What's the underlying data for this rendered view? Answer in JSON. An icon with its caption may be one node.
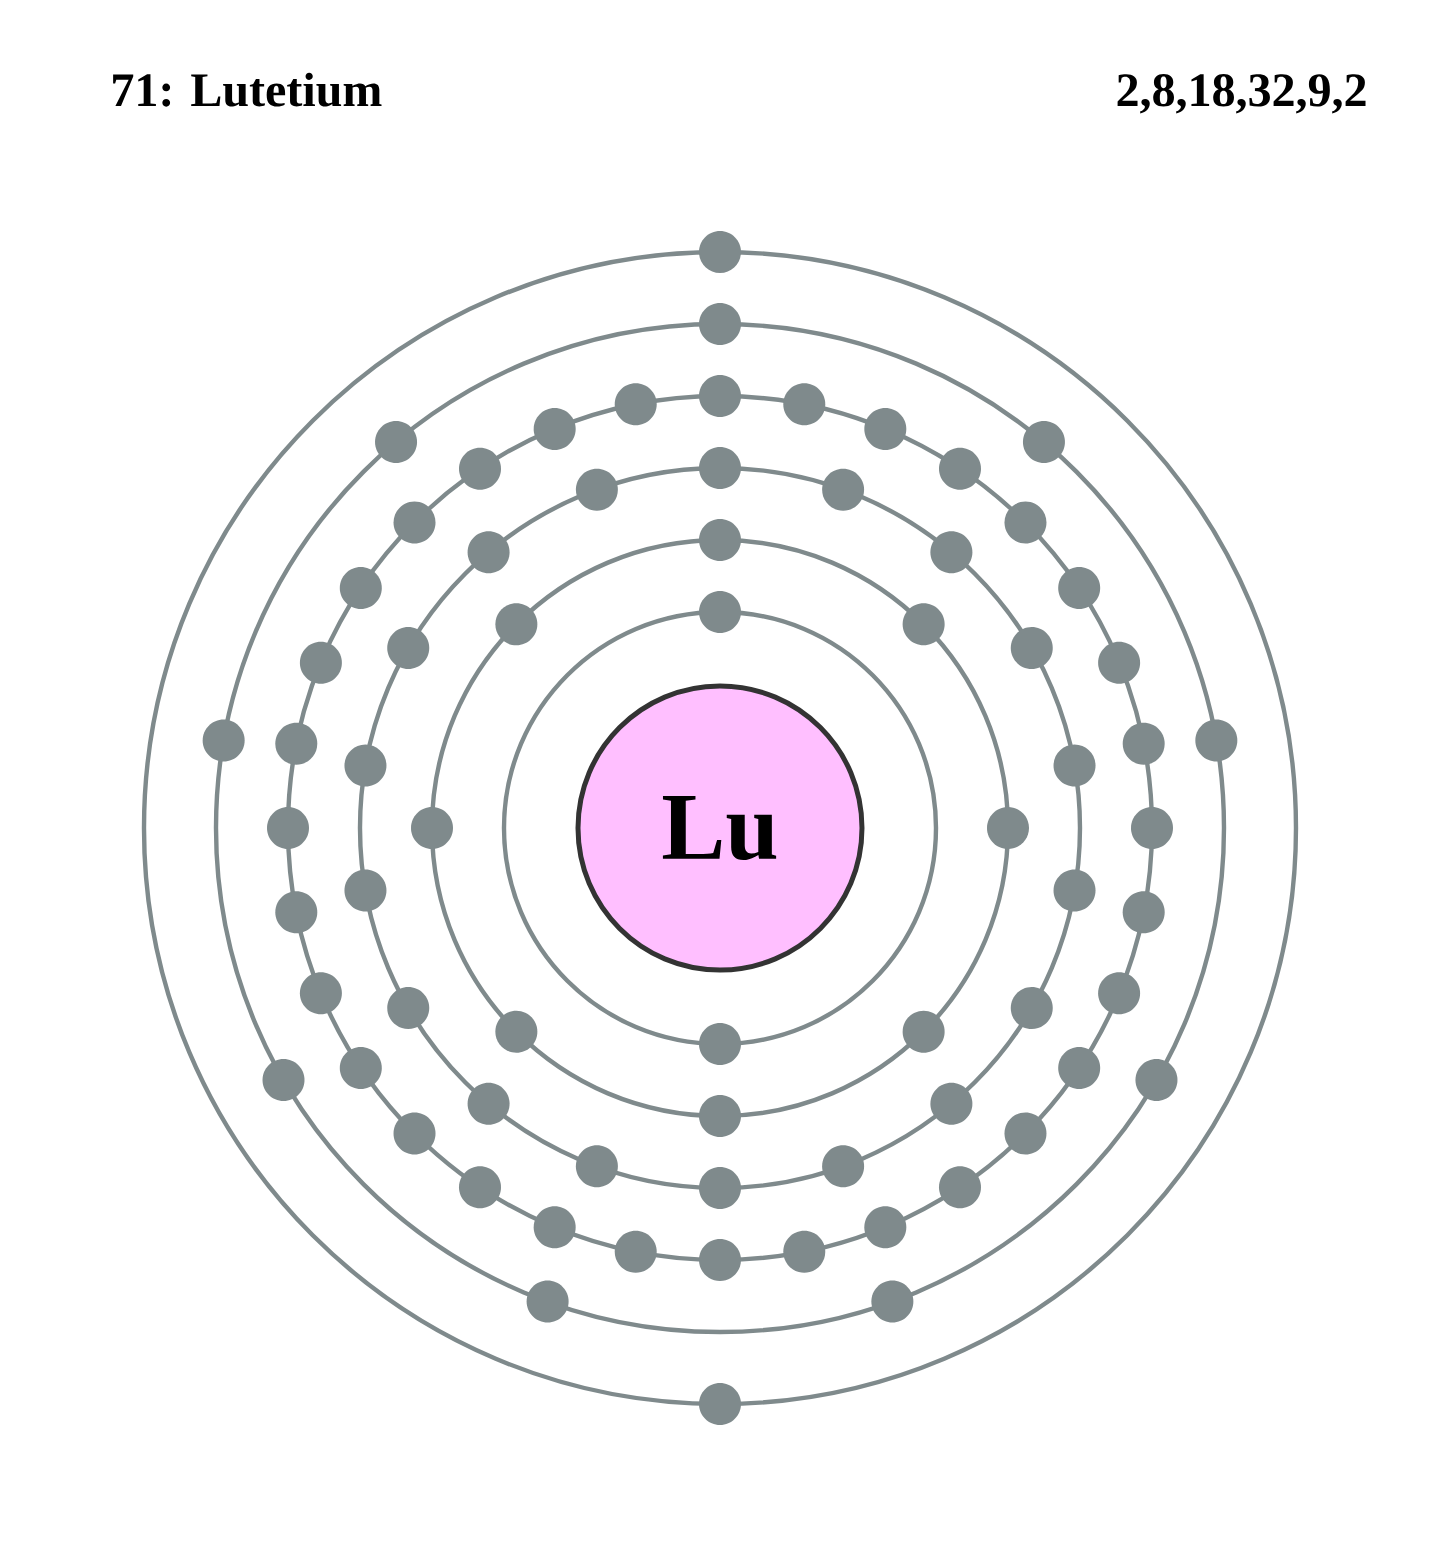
{
  "diagram": {
    "title": "71: Lutetium",
    "nodes": [
      {
        "text": [
          "Lu"
        ]
      }
    ],
    "labels": [
      "2,8,18,32,9,2"
    ]
  }
}
